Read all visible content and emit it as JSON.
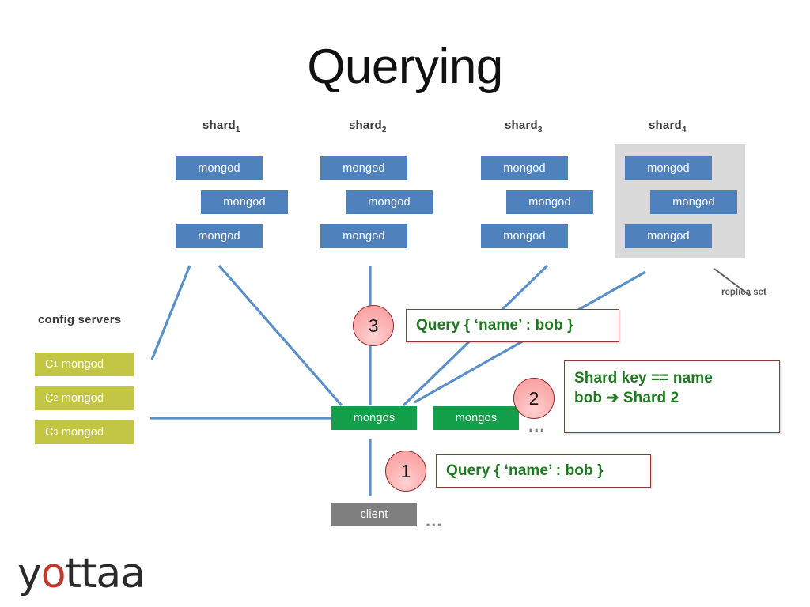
{
  "slide": {
    "title": "Querying",
    "background": "#ffffff"
  },
  "colors": {
    "mongod_blue": "#4f81bd",
    "config_olive": "#c3c544",
    "mongos_green": "#14a04a",
    "client_gray": "#7f7f7f",
    "replica_group_gray": "#d9d9d9",
    "connector_blue": "#5b8fc9",
    "callout_border": "#8e3b34",
    "callout_text_green": "#1e7a1e",
    "step_circle_fill": "#fbb4b4",
    "step_circle_border": "#8e2b2b",
    "logo_dark": "#2b2b2b",
    "logo_accent": "#c0392b"
  },
  "shards": [
    {
      "label": "shard",
      "subscript": "1",
      "nodes": [
        "mongod",
        "mongod",
        "mongod"
      ]
    },
    {
      "label": "shard",
      "subscript": "2",
      "nodes": [
        "mongod",
        "mongod",
        "mongod"
      ]
    },
    {
      "label": "shard",
      "subscript": "3",
      "nodes": [
        "mongod",
        "mongod",
        "mongod"
      ]
    },
    {
      "label": "shard",
      "subscript": "4",
      "nodes": [
        "mongod",
        "mongod",
        "mongod"
      ]
    }
  ],
  "replica_set": {
    "annotation": "replica set",
    "applies_to_shard": "shard4"
  },
  "config_servers": {
    "group_label": "config servers",
    "nodes": [
      {
        "prefix": "C",
        "subscript": "1",
        "label": "mongod"
      },
      {
        "prefix": "C",
        "subscript": "2",
        "label": "mongod"
      },
      {
        "prefix": "C",
        "subscript": "3",
        "label": "mongod"
      }
    ]
  },
  "routers": {
    "nodes": [
      "mongos",
      "mongos"
    ],
    "ellipsis": "..."
  },
  "client": {
    "label": "client",
    "ellipsis": "..."
  },
  "steps": [
    {
      "number": "1",
      "callout": "Query { ‘name’ : bob }",
      "lines": [
        "Query { ‘name’ : bob }"
      ]
    },
    {
      "number": "2",
      "callout": "Shard key == name bob ➔ Shard 2",
      "lines": [
        "Shard key == name",
        "bob ➔ Shard 2"
      ]
    },
    {
      "number": "3",
      "callout": "Query { ‘name’ : bob }",
      "lines": [
        "Query { ‘name’ : bob }"
      ]
    }
  ],
  "logo": {
    "part1": "y",
    "accent": "o",
    "part2": "ttaa"
  }
}
